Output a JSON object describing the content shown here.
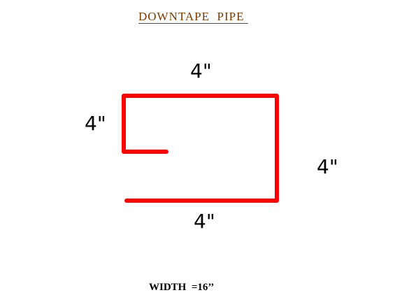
{
  "diagram": {
    "title": "DOWNTAPE  PIPE ",
    "dimensions": {
      "top": "4\"",
      "left": "4\"",
      "right": "4\"",
      "bottom": "4\""
    },
    "width_label": "WIDTH  =16’’",
    "profile_color": "#ff0000",
    "title_color": "#7a3b00"
  }
}
